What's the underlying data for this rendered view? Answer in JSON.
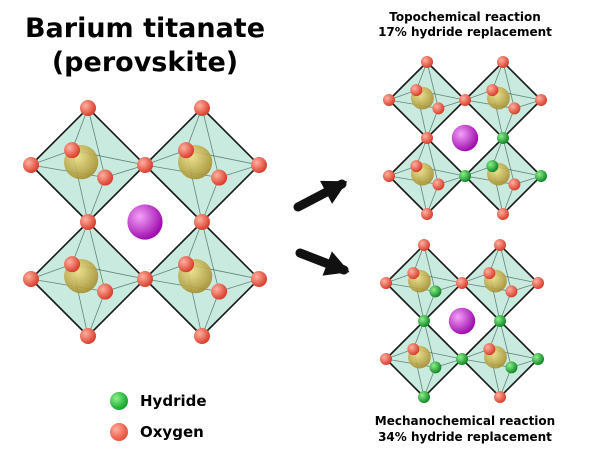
{
  "title": {
    "line1": "Barium titanate",
    "line2": "(perovskite)"
  },
  "top_caption": {
    "line1": "Topochemical reaction",
    "line2": "17% hydride replacement"
  },
  "bottom_caption": {
    "line1": "Mechanochemical reaction",
    "line2": "34% hydride replacement"
  },
  "legend": {
    "items": [
      {
        "label": "Hydride",
        "color": "#22b03a"
      },
      {
        "label": "Oxygen",
        "color": "#ee5c48"
      }
    ]
  },
  "colors": {
    "oxygen": "#ee5c48",
    "hydride": "#22b03a",
    "barium": "#c020c8",
    "titanium": "#c4b048",
    "octahedron_fill": "#bfe6d8",
    "octahedron_edge": "#1a1a1a",
    "arrow": "#111111"
  }
}
